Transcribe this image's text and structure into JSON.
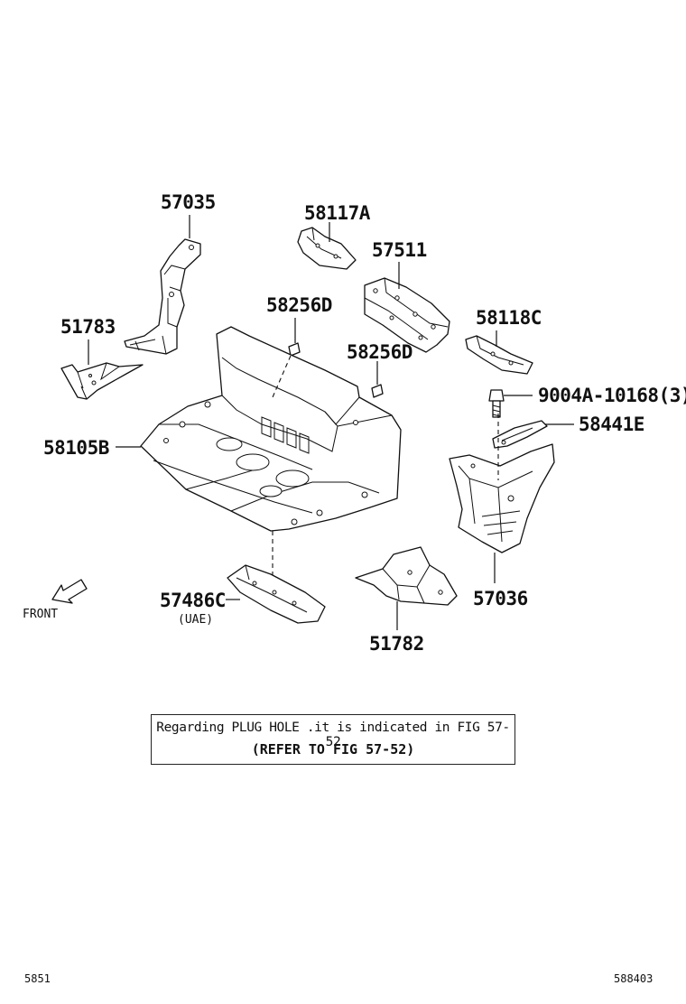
{
  "parts": {
    "p57035": "57035",
    "p58117A": "58117A",
    "p57511": "57511",
    "p51783": "51783",
    "p58256D_a": "58256D",
    "p58256D_b": "58256D",
    "p58118C": "58118C",
    "p9004A": "9004A-10168(3)",
    "p58441E": "58441E",
    "p58105B": "58105B",
    "p57486C": "57486C",
    "p57486C_sub": "(UAE)",
    "p57036": "57036",
    "p51782": "51782"
  },
  "front_label": "FRONT",
  "note": {
    "line1": "Regarding PLUG HOLE .it is indicated in FIG 57-52",
    "line2": "(REFER TO FIG 57-52)"
  },
  "footer": {
    "left_code": "5851",
    "right_code": "588403"
  }
}
